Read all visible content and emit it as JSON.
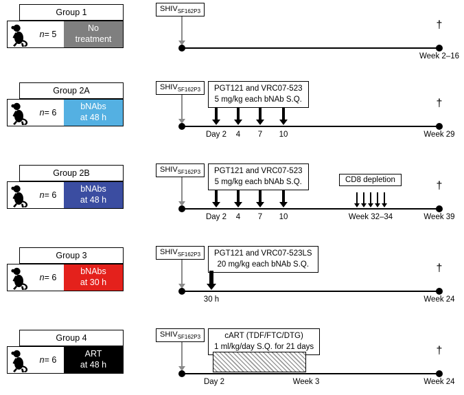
{
  "icons": {
    "monkey": "monkey-silhouette",
    "challenge_arrow": "gray-down-arrow",
    "dose_arrow": "black-down-arrow",
    "endpoint_symbol": "dagger"
  },
  "groups": [
    {
      "name": "Group 1",
      "n_symbol": "n",
      "n_value": " = 5",
      "treatment": {
        "line1": "No",
        "line2": "treatment",
        "color": "#7f7f7f"
      },
      "challenge": {
        "virus": "SHIV",
        "strain": "SF162P3"
      },
      "endpoint": {
        "dagger": "†",
        "label": "Week 2–16"
      }
    },
    {
      "name": "Group 2A",
      "n_symbol": "n",
      "n_value": " = 6",
      "treatment": {
        "line1": "bNAbs",
        "line2": "at 48 h",
        "color": "#54b0e2"
      },
      "challenge": {
        "virus": "SHIV",
        "strain": "SF162P3"
      },
      "intervention": {
        "line1": "PGT121 and VRC07-523",
        "line2": "5 mg/kg each bNAb S.Q."
      },
      "ticks": [
        "Day 2",
        "4",
        "7",
        "10"
      ],
      "endpoint": {
        "dagger": "†",
        "label": "Week 29"
      }
    },
    {
      "name": "Group 2B",
      "n_symbol": "n",
      "n_value": " = 6",
      "treatment": {
        "line1": "bNAbs",
        "line2": "at 48 h",
        "color": "#3b4da1"
      },
      "challenge": {
        "virus": "SHIV",
        "strain": "SF162P3"
      },
      "intervention": {
        "line1": "PGT121 and VRC07-523",
        "line2": "5 mg/kg each bNAb S.Q."
      },
      "ticks": [
        "Day 2",
        "4",
        "7",
        "10"
      ],
      "cd8": {
        "label": "CD8 depletion",
        "tick": "Week 32–34"
      },
      "endpoint": {
        "dagger": "†",
        "label": "Week 39"
      }
    },
    {
      "name": "Group 3",
      "n_symbol": "n",
      "n_value": " = 6",
      "treatment": {
        "line1": "bNAbs",
        "line2": "at 30 h",
        "color": "#e4211c"
      },
      "challenge": {
        "virus": "SHIV",
        "strain": "SF162P3"
      },
      "intervention": {
        "line1": "PGT121 and VRC07-523LS",
        "line2": "20 mg/kg each bNAb S.Q."
      },
      "ticks": [
        "30 h"
      ],
      "endpoint": {
        "dagger": "†",
        "label": "Week 24"
      }
    },
    {
      "name": "Group 4",
      "n_symbol": "n",
      "n_value": " = 6",
      "treatment": {
        "line1": "ART",
        "line2": "at 48 h",
        "color": "#000000"
      },
      "challenge": {
        "virus": "SHIV",
        "strain": "SF162P3"
      },
      "intervention": {
        "line1": "cART (TDF/FTC/DTG)",
        "line2": "1 ml/kg/day S.Q. for 21 days"
      },
      "ticks": [
        "Day 2",
        "Week 3"
      ],
      "endpoint": {
        "dagger": "†",
        "label": "Week 24"
      }
    }
  ]
}
